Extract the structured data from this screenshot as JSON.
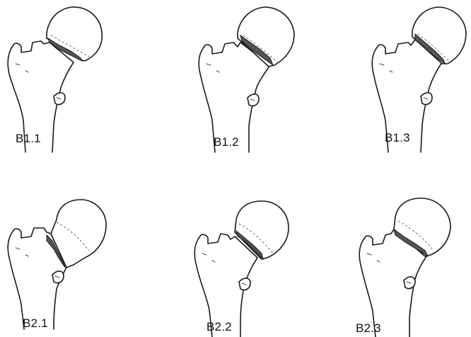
{
  "figures": [
    {
      "label": "B1.1"
    },
    {
      "label": "B1.2"
    },
    {
      "label": "B1.3"
    },
    {
      "label": "B2.1"
    },
    {
      "label": "B2.2"
    },
    {
      "label": "B2.3"
    }
  ]
}
